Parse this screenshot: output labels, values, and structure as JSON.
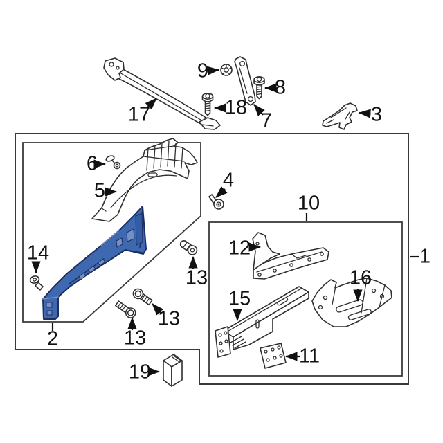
{
  "diagram": {
    "type": "exploded-parts-diagram",
    "colors": {
      "background": "#ffffff",
      "line": "#2e2e2e",
      "box_line": "#3a3a3a",
      "label": "#111111",
      "highlight": "#3e68b0",
      "highlight_dark": "#1d2e5f",
      "highlight_light": "#7390c9"
    },
    "callouts": {
      "1": {
        "label": "1"
      },
      "2": {
        "label": "2"
      },
      "3": {
        "label": "3"
      },
      "4": {
        "label": "4"
      },
      "5": {
        "label": "5"
      },
      "6": {
        "label": "6"
      },
      "7": {
        "label": "7"
      },
      "8": {
        "label": "8"
      },
      "9": {
        "label": "9"
      },
      "10": {
        "label": "10"
      },
      "11": {
        "label": "11"
      },
      "12": {
        "label": "12"
      },
      "13a": {
        "label": "13"
      },
      "13b": {
        "label": "13"
      },
      "13c": {
        "label": "13"
      },
      "14": {
        "label": "14"
      },
      "15": {
        "label": "15"
      },
      "16": {
        "label": "16"
      },
      "17": {
        "label": "17"
      },
      "18": {
        "label": "18"
      },
      "19": {
        "label": "19"
      }
    }
  }
}
